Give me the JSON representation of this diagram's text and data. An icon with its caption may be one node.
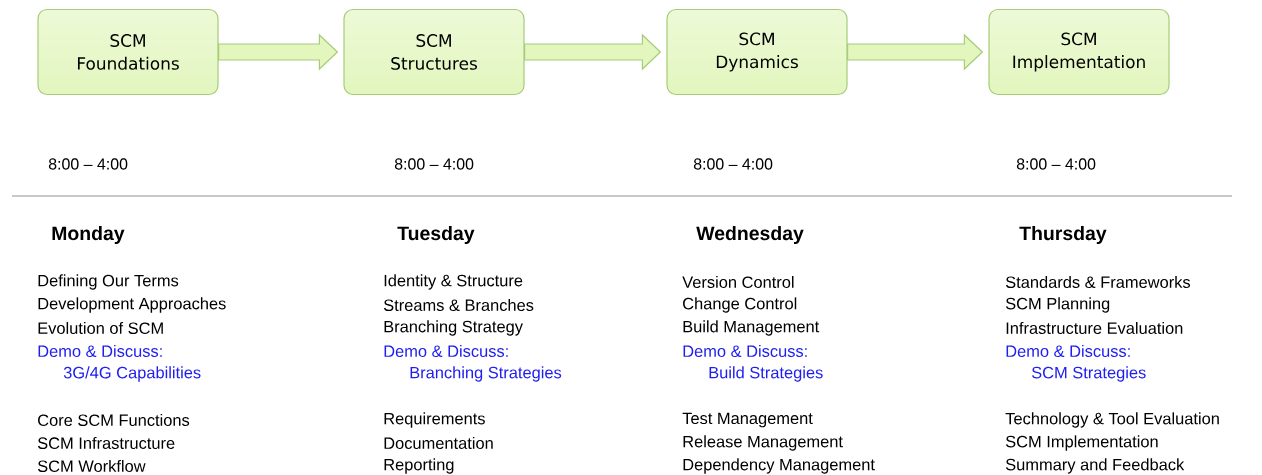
{
  "diagram": {
    "nodes": [
      {
        "text": [
          "SCM Foundations"
        ]
      },
      {
        "text": [
          "SCM Structures"
        ]
      },
      {
        "text": [
          "SCM Dynamics"
        ]
      },
      {
        "text": [
          "SCM Implementation"
        ]
      }
    ],
    "edges": [
      {
        "from": 0,
        "to": 1,
        "arrow": "to"
      },
      {
        "from": 1,
        "to": 2,
        "arrow": "to"
      },
      {
        "from": 2,
        "to": 3,
        "arrow": "to"
      }
    ],
    "labels": [
      "8:00 – 4:00",
      "Monday",
      "Defining Our Terms",
      "Development Approaches",
      "Evolution of SCM",
      "Demo & Discuss:",
      "3G/4G Capabilities",
      "Core SCM Functions",
      "SCM Infrastructure",
      "SCM Workflow",
      "8:00 – 4:00",
      "Tuesday",
      "Identity & Structure",
      "Streams & Branches",
      "Branching Strategy",
      "Demo & Discuss:",
      "Branching Strategies",
      "Requirements",
      "Documentation",
      "Reporting",
      "8:00 – 4:00",
      "Wednesday",
      "Version Control",
      "Change Control",
      "Build Management",
      "Demo & Discuss:",
      "Build Strategies",
      "Test Management",
      "Release Management",
      "Dependency Management",
      "8:00 – 4:00",
      "Thursday",
      "Standards & Frameworks",
      "SCM Planning",
      "Infrastructure Evaluation",
      "Demo & Discuss:",
      "SCM Strategies",
      "Technology & Tool Evaluation",
      "SCM Implementation",
      "Summary and Feedback"
    ]
  }
}
